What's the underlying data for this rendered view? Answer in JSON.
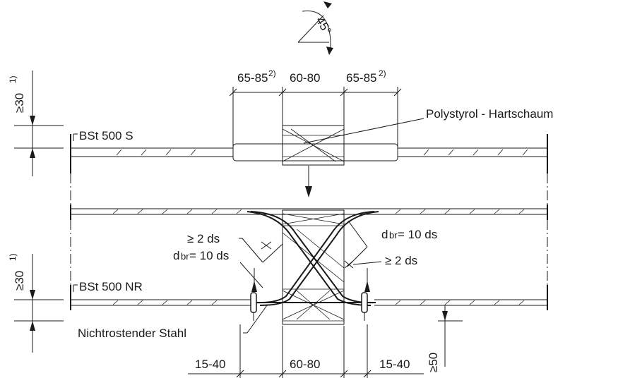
{
  "angle": {
    "value": "45°"
  },
  "top_dims": {
    "left": {
      "text": "65-85",
      "note": "2)"
    },
    "middle": {
      "text": "60-80"
    },
    "right": {
      "text": "65-85",
      "note": "2)"
    }
  },
  "cover_top": {
    "text": "≥30",
    "note": "1)"
  },
  "cover_bottom": {
    "text": "≥30",
    "note": "1)"
  },
  "labels": {
    "polystyrol": "Polystyrol - Hartschaum",
    "bst_s": "BSt 500 S",
    "bst_nr": "BSt 500 NR",
    "nirosta": "Nichtrostender Stahl"
  },
  "annotations": {
    "ds_left": "≥ 2 ds",
    "ds_right": "≥ 2 ds",
    "dbr_left_main": "d",
    "dbr_left_sub": "br",
    "dbr_left_rest": " = 10 ds",
    "dbr_right_main": "d",
    "dbr_right_sub": "br",
    "dbr_right_rest": " = 10 ds"
  },
  "bottom_dims": {
    "left": "15-40",
    "middle": "60-80",
    "right": "15-40",
    "vertical": "≥50"
  }
}
